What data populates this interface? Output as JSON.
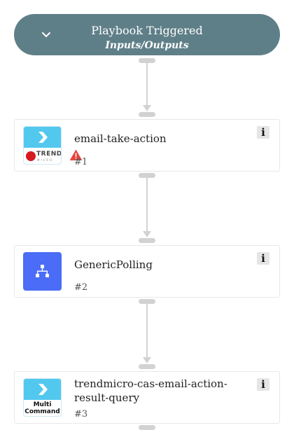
{
  "trigger": {
    "title": "Playbook Triggered",
    "subtitle": "Inputs/Outputs"
  },
  "tasks": [
    {
      "name": "email-take-action",
      "number": "#1",
      "icon": "trend-micro-integration-icon",
      "warning": true
    },
    {
      "name": "GenericPolling",
      "number": "#2",
      "icon": "sub-playbook-icon",
      "warning": false
    },
    {
      "name": "trendmicro-cas-email-action-result-query",
      "number": "#3",
      "icon": "multi-command-icon",
      "warning": false
    }
  ],
  "brand": {
    "trend_word": "TREND",
    "trend_sub": "MICRO",
    "multi_command_line1": "Multi",
    "multi_command_line2": "Command"
  },
  "info_glyph": "i",
  "colors": {
    "trigger_bg": "#5f7f88",
    "command_icon": "#53c8ee",
    "playbook_icon": "#4a6cf6",
    "warning": "#e8453c",
    "connector": "#d2d2d2"
  }
}
